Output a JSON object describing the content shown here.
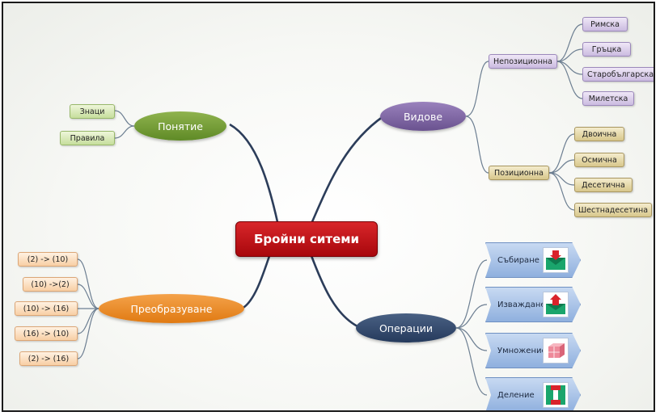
{
  "central": "Бройни ситеми",
  "branches": {
    "concept": {
      "label": "Понятие",
      "children": [
        "Знаци",
        "Правила"
      ]
    },
    "types": {
      "label": "Видове",
      "non_positional": {
        "label": "Непозиционна",
        "children": [
          "Римска",
          "Гръцка",
          "Старобългарска",
          "Милетска"
        ]
      },
      "positional": {
        "label": "Позиционна",
        "children": [
          "Двоична",
          "Осмична",
          "Десетична",
          "Шестнадесетина"
        ]
      }
    },
    "conversion": {
      "label": "Преобразуване",
      "children": [
        "(2) -> (10)",
        "(10) ->(2)",
        "(10) -> (16)",
        "(16) -> (10)",
        "(2) -> (16)"
      ]
    },
    "operations": {
      "label": "Операции",
      "children": [
        {
          "label": "Събиране",
          "icon": "envelope-in-icon"
        },
        {
          "label": "Изваждане",
          "icon": "envelope-out-icon"
        },
        {
          "label": "Умножение",
          "icon": "boxes-icon"
        },
        {
          "label": "Деление",
          "icon": "divide-icon"
        }
      ]
    }
  },
  "colors": {
    "central": "#c0171c",
    "concept": "#6f9a34",
    "types": "#7a62a0",
    "conversion": "#ec8d2a",
    "operations": "#2f4568"
  }
}
